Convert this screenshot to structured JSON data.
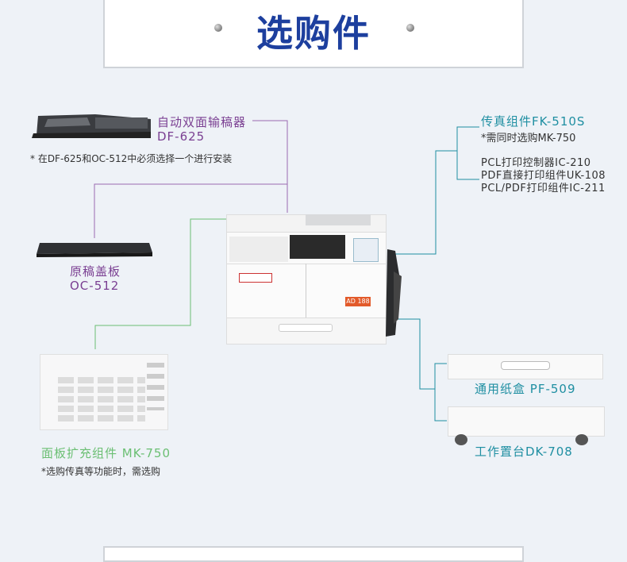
{
  "header": {
    "title": "选购件"
  },
  "df625": {
    "name": "自动双面输稿器",
    "model": "DF-625"
  },
  "df_note": "* 在DF-625和OC-512中必须选择一个进行安装",
  "oc512": {
    "name": "原稿盖板",
    "model": "OC-512"
  },
  "mk750": {
    "label": "面板扩充组件 MK-750",
    "note": "*选购传真等功能时，需选购"
  },
  "fax": {
    "label": "传真组件FK-510S",
    "note": "*需同时选购MK-750",
    "items": [
      "PCL打印控制器IC-210",
      "PDF直接打印组件UK-108",
      "PCL/PDF打印组件IC-211"
    ]
  },
  "pf509": {
    "label": "通用纸盒 PF-509"
  },
  "dk708": {
    "label": "工作置台DK-708"
  },
  "printer": {
    "brand_badge": "AD 188"
  },
  "colors": {
    "title": "#1d3f9e",
    "purple": "#7a3f92",
    "teal": "#1f8fa2",
    "green": "#6bbf73"
  }
}
